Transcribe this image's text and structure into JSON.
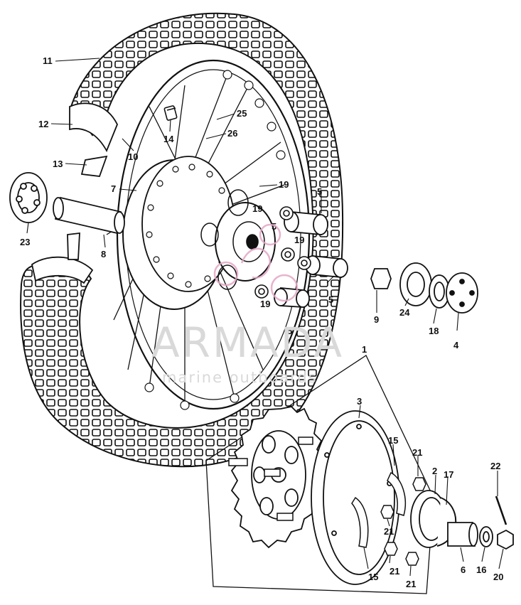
{
  "diagram": {
    "labels": [
      {
        "id": "c11",
        "text": "11"
      },
      {
        "id": "c12",
        "text": "12"
      },
      {
        "id": "c13",
        "text": "13"
      },
      {
        "id": "c10",
        "text": "10"
      },
      {
        "id": "c14",
        "text": "14"
      },
      {
        "id": "c25",
        "text": "25"
      },
      {
        "id": "c26",
        "text": "26"
      },
      {
        "id": "c7",
        "text": "7"
      },
      {
        "id": "c23",
        "text": "23"
      },
      {
        "id": "c8",
        "text": "8"
      },
      {
        "id": "c19a",
        "text": "19"
      },
      {
        "id": "c19b",
        "text": "19"
      },
      {
        "id": "c19c",
        "text": "19"
      },
      {
        "id": "c19d",
        "text": "19"
      },
      {
        "id": "c5a",
        "text": "5"
      },
      {
        "id": "c5b",
        "text": "5"
      },
      {
        "id": "c5c",
        "text": "5"
      },
      {
        "id": "c5d",
        "text": "5"
      },
      {
        "id": "c9",
        "text": "9"
      },
      {
        "id": "c24",
        "text": "24"
      },
      {
        "id": "c18",
        "text": "18"
      },
      {
        "id": "c4",
        "text": "4"
      },
      {
        "id": "c1",
        "text": "1"
      },
      {
        "id": "c3",
        "text": "3"
      },
      {
        "id": "c15a",
        "text": "15"
      },
      {
        "id": "c15b",
        "text": "15"
      },
      {
        "id": "c21a",
        "text": "21"
      },
      {
        "id": "c21b",
        "text": "21"
      },
      {
        "id": "c21c",
        "text": "21"
      },
      {
        "id": "c21d",
        "text": "21"
      },
      {
        "id": "c2",
        "text": "2"
      },
      {
        "id": "c17",
        "text": "17"
      },
      {
        "id": "c22",
        "text": "22"
      },
      {
        "id": "c6",
        "text": "6"
      },
      {
        "id": "c16",
        "text": "16"
      },
      {
        "id": "c20",
        "text": "20"
      }
    ]
  },
  "watermark": {
    "title": "ARMADA",
    "subtitle": "marine outboards",
    "color": "#e0a0c0"
  }
}
